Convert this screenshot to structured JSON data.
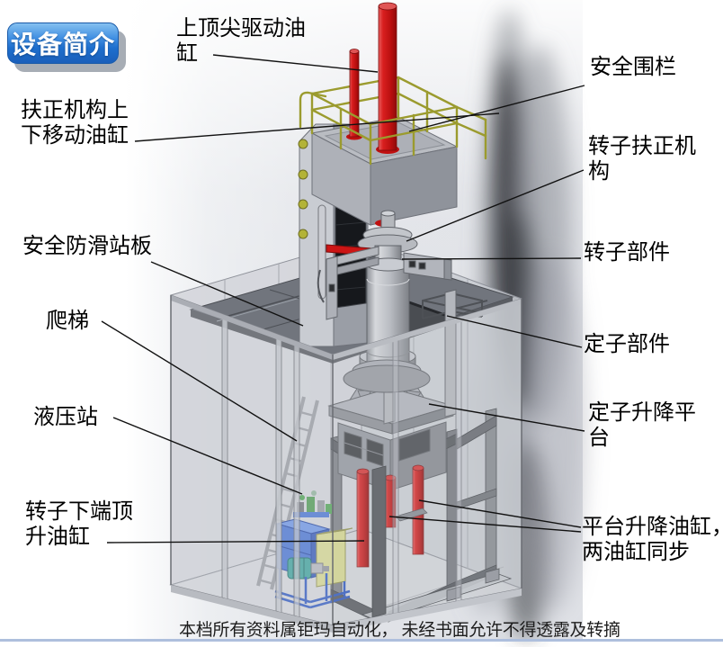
{
  "badge": {
    "label": "设备简介"
  },
  "labels": {
    "top_center_cylinder": "上顶尖驱动油缸",
    "safety_fence": "安全围栏",
    "centering_updown_cylinder": "扶正机构上下移动油缸",
    "rotor_centering_mechanism": "转子扶正机构",
    "antislip_platform": "安全防滑站板",
    "rotor_part": "转子部件",
    "ladder": "爬梯",
    "stator_part": "定子部件",
    "hydraulic_station": "液压站",
    "stator_lift_platform": "定子升降平台",
    "rotor_bottom_jack_cylinder": "转子下端顶升油缸",
    "platform_lift_cylinders": "平台升降油缸，两油缸同步"
  },
  "footer": {
    "disclaimer": "本档所有资料属钜玛自动化， 未经书面允许不得透露及转摘"
  },
  "colors": {
    "badge_blue": "#2273d2",
    "cylinder_red": "#c41414",
    "railing_yellow": "#9b9b2e",
    "hydraulic_blue": "#4472d4",
    "cabinet_yellow": "#d9da8e",
    "bottom_line_blue": "#aebfdd",
    "structure_gray": "#9a9ea6"
  }
}
